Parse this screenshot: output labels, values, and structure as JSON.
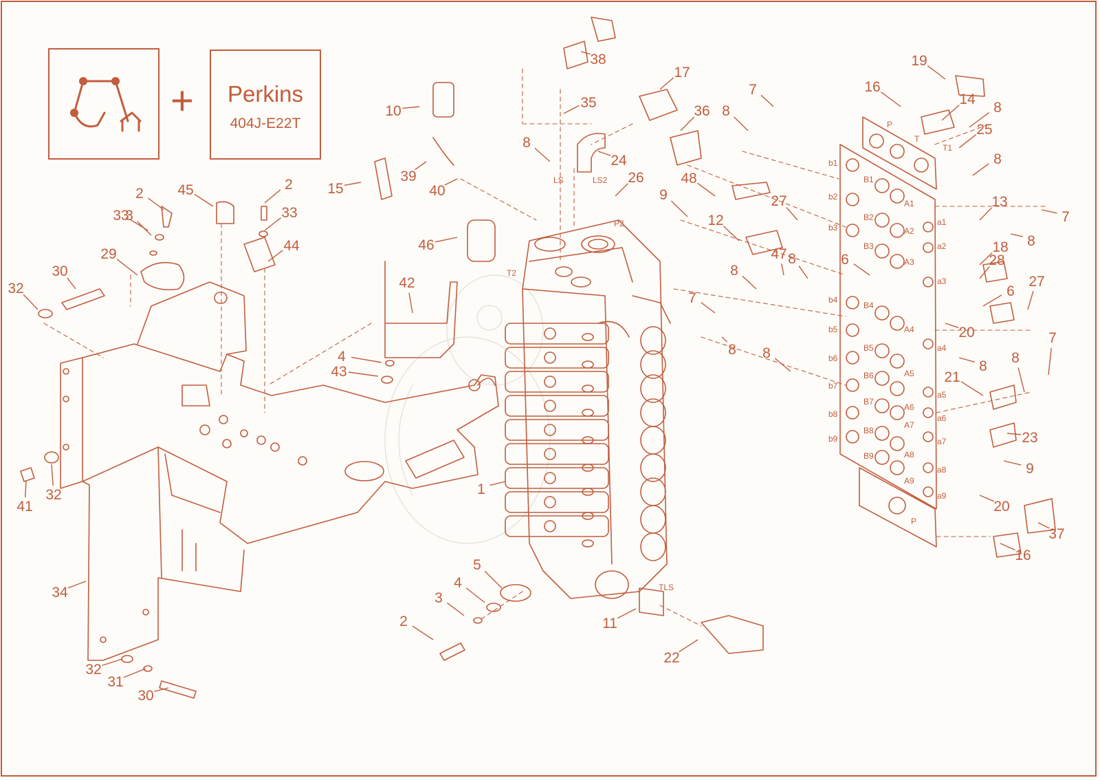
{
  "header": {
    "machine_icon": "excavator-arm-icon",
    "plus_sign": "+",
    "engine_brand": "Perkins",
    "engine_model": "404J-E22T"
  },
  "colors": {
    "line": "#c25d3e",
    "background": "#fdfcf9",
    "watermark": "#e3ddd7"
  },
  "part_numbers": [
    "1",
    "2",
    "3",
    "4",
    "5",
    "6",
    "7",
    "8",
    "9",
    "10",
    "11",
    "12",
    "13",
    "14",
    "15",
    "16",
    "17",
    "18",
    "19",
    "20",
    "21",
    "22",
    "23",
    "24",
    "25",
    "26",
    "27",
    "28",
    "29",
    "30",
    "31",
    "32",
    "33",
    "34",
    "35",
    "36",
    "37",
    "38",
    "39",
    "40",
    "41",
    "42",
    "43",
    "44",
    "45",
    "46",
    "47",
    "48"
  ],
  "port_labels": {
    "valve": [
      "T2",
      "P2",
      "LS",
      "LS2",
      "TLS"
    ],
    "plate_left": [
      "b1",
      "b2",
      "b3",
      "b4",
      "b5",
      "b6",
      "b7",
      "b8",
      "b9"
    ],
    "plate_mid_b": [
      "B1",
      "B2",
      "B3",
      "B4",
      "B5",
      "B6",
      "B7",
      "B8",
      "B9"
    ],
    "plate_mid_a": [
      "A1",
      "A2",
      "A3",
      "A4",
      "A5",
      "A6",
      "A7",
      "A8",
      "A9"
    ],
    "plate_right": [
      "a1",
      "a2",
      "a3",
      "a4",
      "a5",
      "a6",
      "a7",
      "a8",
      "a9"
    ],
    "top_plate": [
      "P",
      "T",
      "T1"
    ],
    "bottom_plate": [
      "P"
    ]
  }
}
